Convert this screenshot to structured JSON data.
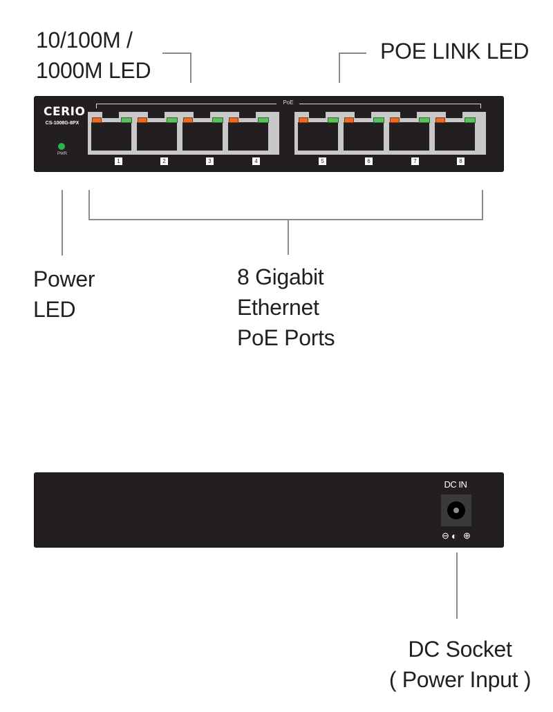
{
  "labels": {
    "speed_led": [
      "10/100M /",
      "1000M LED"
    ],
    "poe_link_led": "POE LINK LED",
    "power_led": [
      "Power",
      "LED"
    ],
    "ports": [
      "8 Gigabit",
      "Ethernet",
      "PoE Ports"
    ],
    "dc_socket": [
      "DC Socket",
      "( Power Input )"
    ]
  },
  "front_panel": {
    "brand": "CERIO",
    "model": "CS-1008G-8PX",
    "power_led_label": "PWR",
    "poe_label": "PoE",
    "ports": [
      "1",
      "2",
      "3",
      "4",
      "5",
      "6",
      "7",
      "8"
    ],
    "colors": {
      "speed_led": "#f26a21",
      "poe_led": "#5cc15e",
      "power_led": "#27b34a",
      "chassis": "#231f20"
    }
  },
  "back_panel": {
    "dc_label": "DC IN",
    "polarity": {
      "negative": "⊖",
      "center": "◐",
      "positive": "⊕"
    }
  }
}
